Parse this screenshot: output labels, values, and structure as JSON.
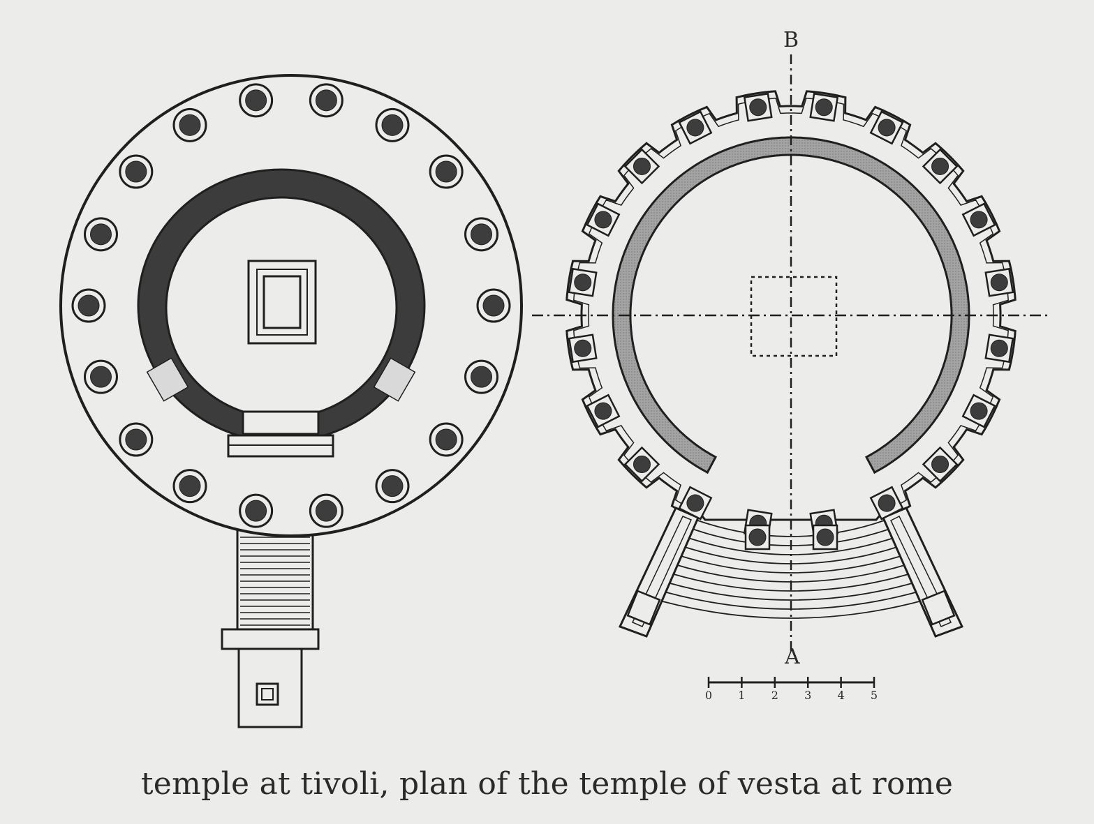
{
  "caption": "temple at tivoli, plan of the temple of vesta at rome",
  "labels": {
    "axis_top": "B",
    "axis_bottom": "A"
  },
  "scale_bar": {
    "ticks": [
      "0",
      "1",
      "2",
      "3",
      "4",
      "5"
    ]
  },
  "colors": {
    "paper": "#ececea",
    "ink": "#1f1f1f",
    "wall_dark": "#3a3a3a",
    "wall_grey": "#9e9e9e"
  }
}
